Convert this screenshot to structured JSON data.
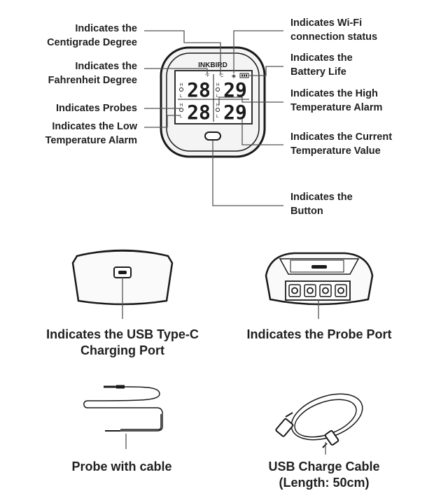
{
  "labels": {
    "centigrade": [
      "Indicates the",
      "Centigrade Degree"
    ],
    "fahrenheit": [
      "Indicates the",
      "Fahrenheit Degree"
    ],
    "probes": [
      "Indicates Probes"
    ],
    "low_alarm": [
      "Indicates the Low",
      "Temperature Alarm"
    ],
    "wifi": [
      "Indicates Wi-Fi",
      "connection status"
    ],
    "battery": [
      "Indicates the",
      "Battery Life"
    ],
    "high_alarm": [
      "Indicates the High",
      "Temperature Alarm"
    ],
    "current_temp": [
      "Indicates the Current",
      "Temperature Value"
    ],
    "button": [
      "Indicates the",
      "Button"
    ]
  },
  "device": {
    "brand": "INKBIRD",
    "unit_f": "°F",
    "unit_c": "°C",
    "readings": [
      "28",
      "29",
      "28",
      "29"
    ],
    "high_mark": "H",
    "low_mark": "L"
  },
  "captions": {
    "usb_port": [
      "Indicates the USB Type-C",
      "Charging Port"
    ],
    "probe_port": [
      "Indicates the Probe Port"
    ],
    "probe": [
      "Probe with cable"
    ],
    "usb_cable": [
      "USB Charge Cable",
      "(Length: 50cm)"
    ]
  }
}
